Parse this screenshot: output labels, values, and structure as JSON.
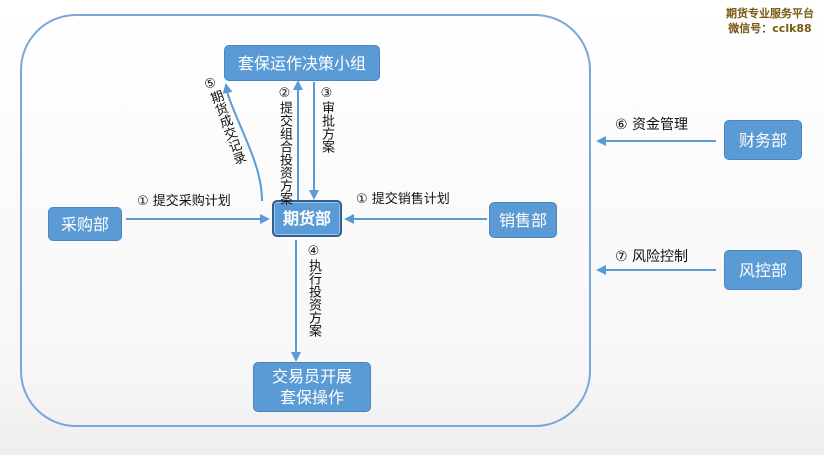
{
  "brand": {
    "line1": "期货专业服务平台",
    "line2": "微信号：cclk88"
  },
  "nodes": {
    "committee": "套保运作决策小组",
    "futures": "期货部",
    "purchasing": "采购部",
    "sales": "销售部",
    "trader": "交易员开展\n套保操作",
    "finance": "财务部",
    "risk": "风控部"
  },
  "edges": {
    "e1a": {
      "num": "①",
      "text": "提交采购计划"
    },
    "e1b": {
      "num": "①",
      "text": "提交销售计划"
    },
    "e2": {
      "num": "②",
      "text": "提交组合投资方案"
    },
    "e3": {
      "num": "③",
      "text": "审批方案"
    },
    "e4": {
      "num": "④",
      "text": "执行投资方案"
    },
    "e5": {
      "num": "⑤",
      "text": "期货成交记录"
    },
    "e6": {
      "num": "⑥",
      "text": "资金管理"
    },
    "e7": {
      "num": "⑦",
      "text": "风险控制"
    }
  },
  "colors": {
    "box": "#5b9bd5",
    "arrow": "#5b9bd5",
    "frame": "#7aa7d8"
  }
}
